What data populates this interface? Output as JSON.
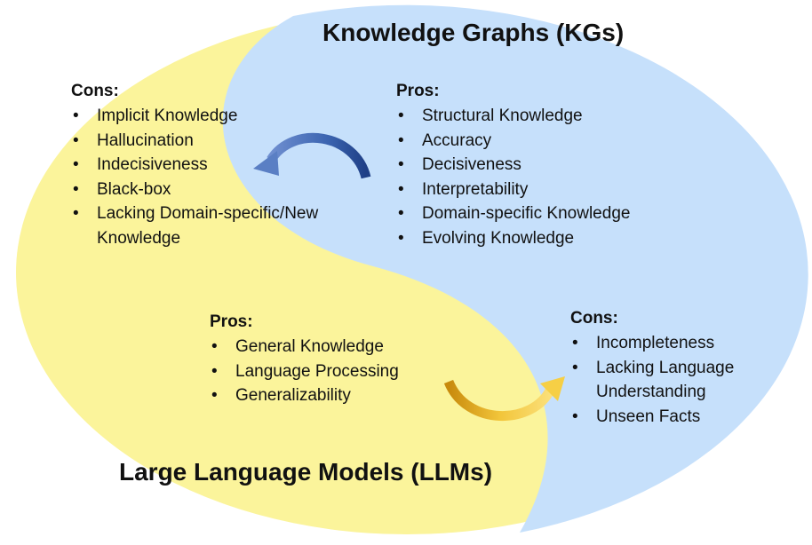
{
  "kg": {
    "title": "Knowledge Graphs (KGs)",
    "pros": {
      "heading": "Pros:",
      "items": [
        "Structural Knowledge",
        "Accuracy",
        "Decisiveness",
        "Interpretability",
        "Domain-specific Knowledge",
        "Evolving Knowledge"
      ]
    },
    "cons": {
      "heading": "Cons:",
      "items": [
        "Incompleteness",
        "Lacking Language Understanding",
        "Unseen Facts"
      ]
    }
  },
  "llm": {
    "title": "Large Language Models (LLMs)",
    "pros": {
      "heading": "Pros:",
      "items": [
        "General Knowledge",
        "Language Processing",
        "Generalizability"
      ]
    },
    "cons": {
      "heading": "Cons:",
      "items": [
        "Implicit Knowledge",
        "Hallucination",
        "Indecisiveness",
        "Black-box",
        "Lacking Domain-specific/New Knowledge"
      ]
    }
  },
  "colors": {
    "kg_fill": "#c6e0fb",
    "llm_fill": "#fbf49b",
    "blue_arrow": "#3b64b0",
    "gold_arrow": "#e0a81a"
  }
}
